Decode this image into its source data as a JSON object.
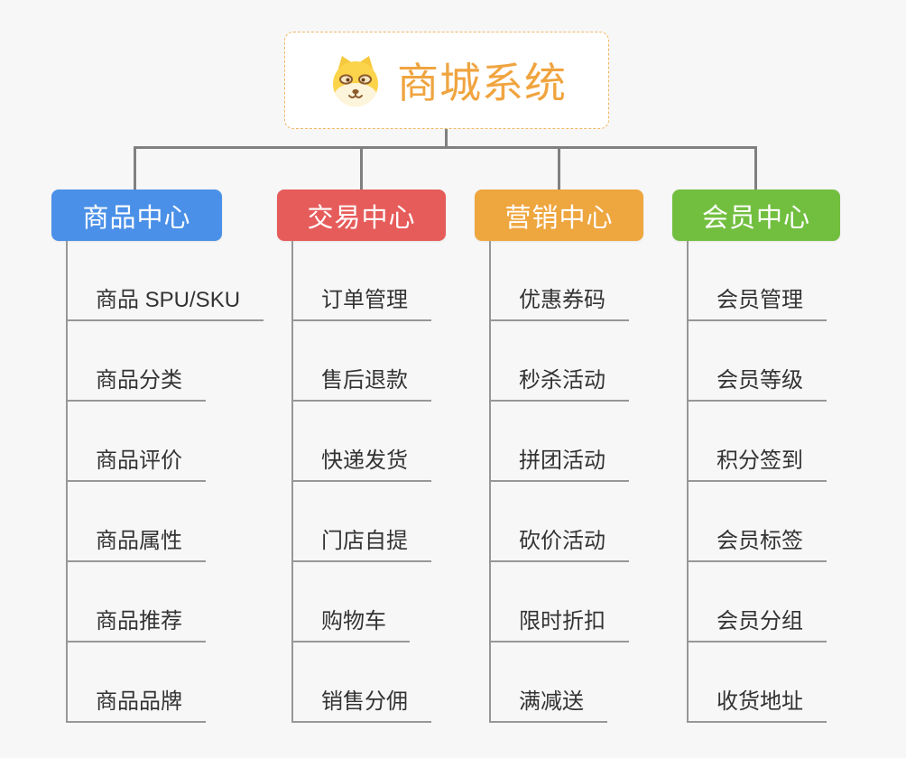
{
  "page": {
    "background": "#f7f7f7"
  },
  "colors": {
    "connector": "#808080",
    "leaf_line": "#979797",
    "root_border": "#f0b763",
    "root_title": "#f0a43f",
    "leaf_text": "#333333"
  },
  "root": {
    "title": "商城系统",
    "icon": "shiba-dog-icon"
  },
  "branches": [
    {
      "label": "商品中心",
      "color": "#4a90e8",
      "children": [
        "商品 SPU/SKU",
        "商品分类",
        "商品评价",
        "商品属性",
        "商品推荐",
        "商品品牌"
      ]
    },
    {
      "label": "交易中心",
      "color": "#e65c5b",
      "children": [
        "订单管理",
        "售后退款",
        "快递发货",
        "门店自提",
        "购物车",
        "销售分佣"
      ]
    },
    {
      "label": "营销中心",
      "color": "#eea63f",
      "children": [
        "优惠券码",
        "秒杀活动",
        "拼团活动",
        "砍价活动",
        "限时折扣",
        "满减送"
      ]
    },
    {
      "label": "会员中心",
      "color": "#72bf40",
      "children": [
        "会员管理",
        "会员等级",
        "积分签到",
        "会员标签",
        "会员分组",
        "收货地址"
      ]
    }
  ]
}
